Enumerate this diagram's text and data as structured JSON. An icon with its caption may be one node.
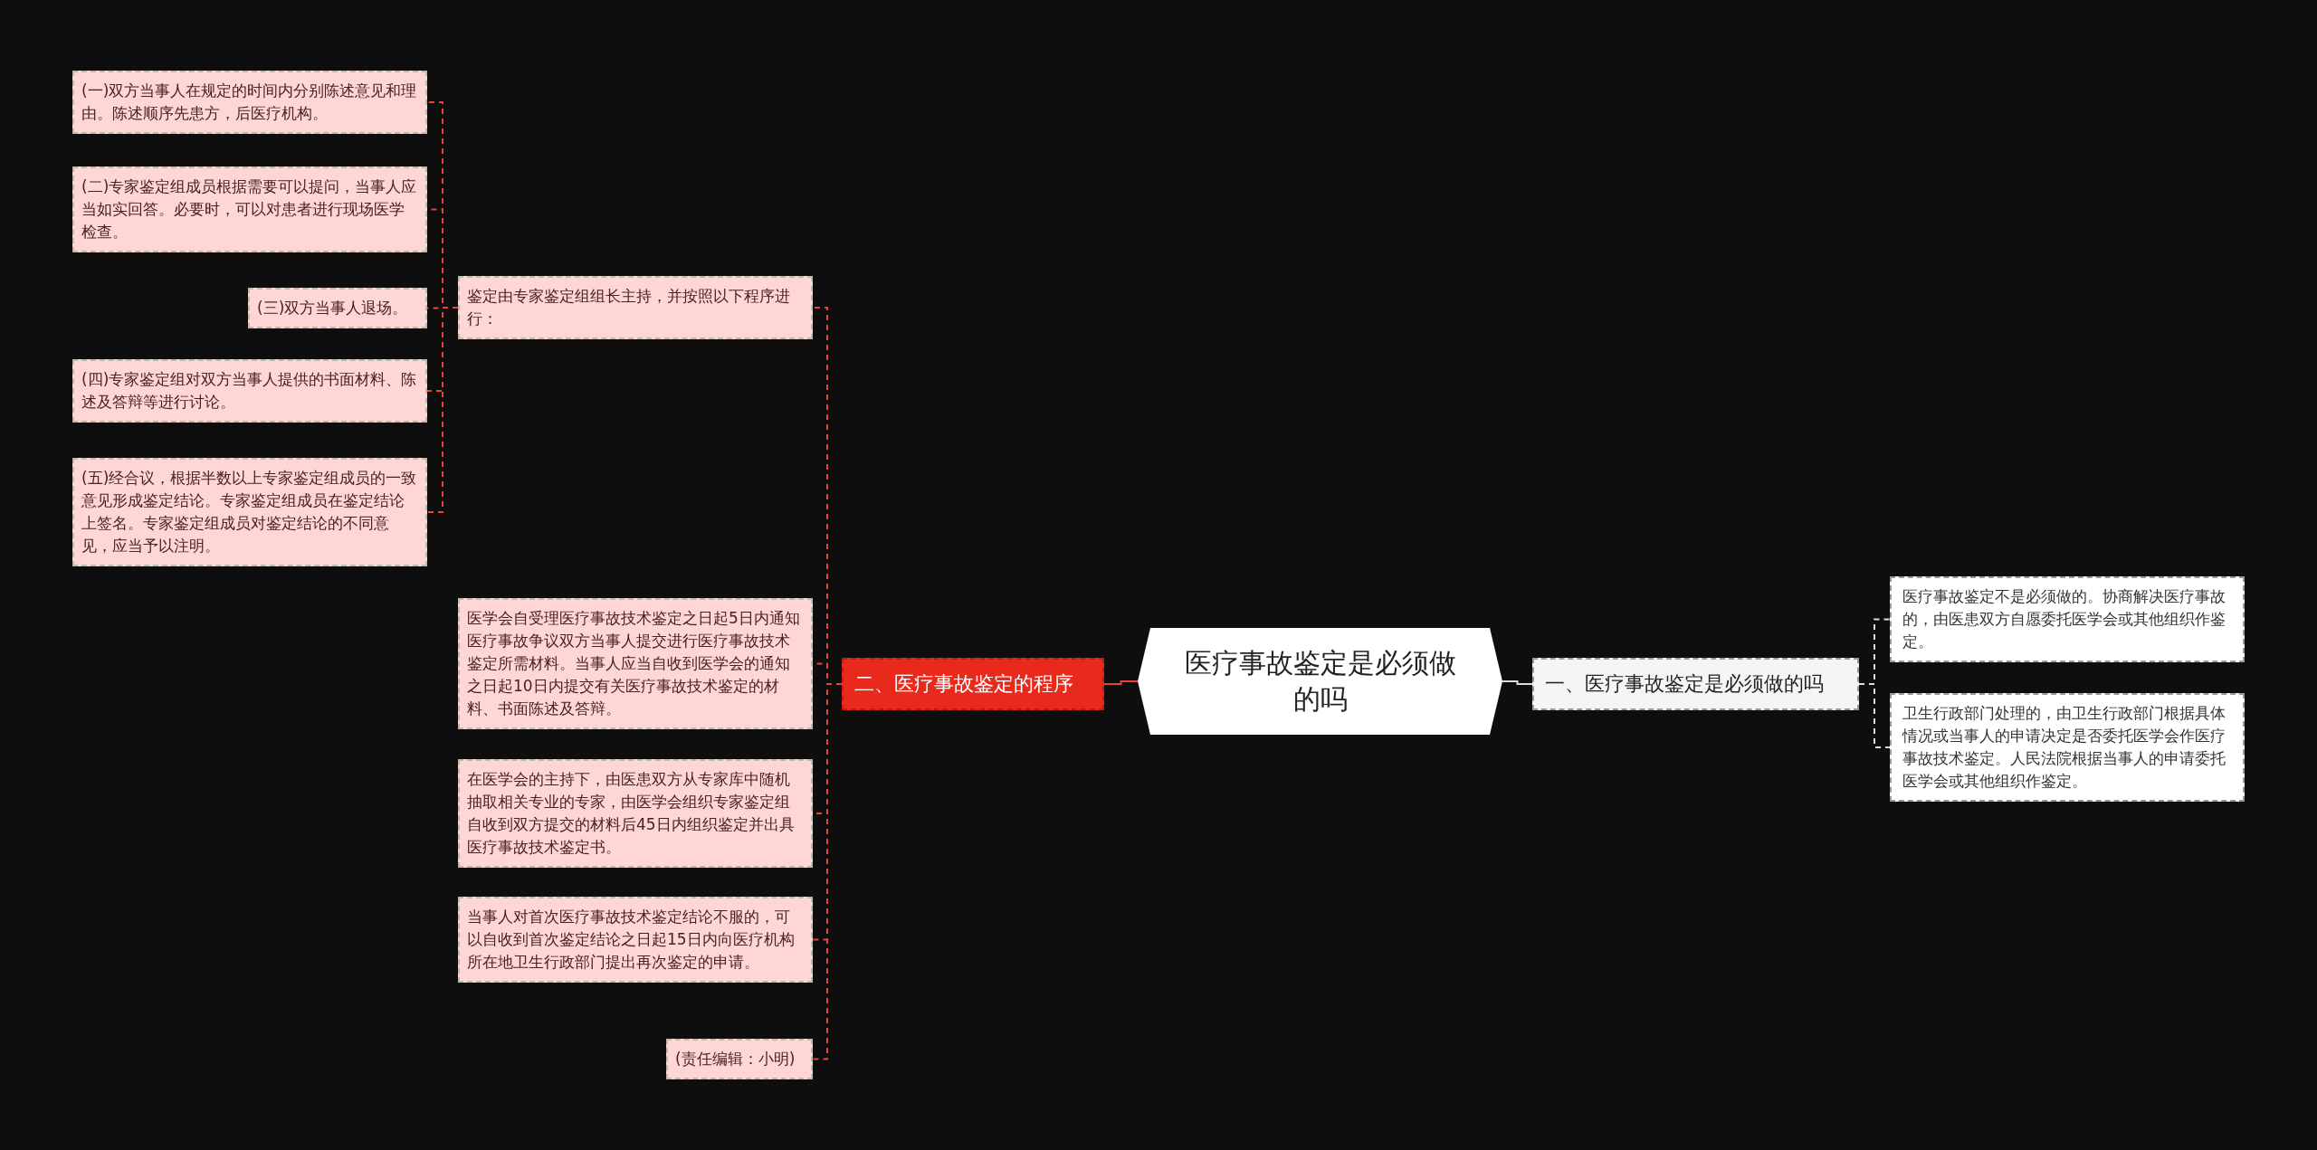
{
  "diagram": {
    "nodes": [
      {
        "text": [
          "医疗事故鉴定是必须做的吗"
        ]
      },
      {
        "text": [
          "一、医疗事故鉴定是必须做的吗"
        ]
      },
      {
        "text": [
          "医疗事故鉴定不是必须做的。协商解决医疗事故的，由医患双方自愿委托医学会或其他组织作鉴定。"
        ]
      },
      {
        "text": [
          "卫生行政部门处理的，由卫生行政部门根据具体情况或当事人的申请决定是否委托医学会作医疗事故技术鉴定。人民法院根据当事人的申请委托医学会或其他组织作鉴定。"
        ]
      },
      {
        "text": [
          "二、医疗事故鉴定的程序"
        ]
      },
      {
        "text": [
          "鉴定由专家鉴定组组长主持，并按照以下程序进行："
        ]
      },
      {
        "text": [
          "(一)双方当事人在规定的时间内分别陈述意见和理由。陈述顺序先患方，后医疗机构。"
        ]
      },
      {
        "text": [
          "(二)专家鉴定组成员根据需要可以提问，当事人应当如实回答。必要时，可以对患者进行现场医学检查。"
        ]
      },
      {
        "text": [
          "(三)双方当事人退场。"
        ]
      },
      {
        "text": [
          "(四)专家鉴定组对双方当事人提供的书面材料、陈述及答辩等进行讨论。"
        ]
      },
      {
        "text": [
          "(五)经合议，根据半数以上专家鉴定组成员的一致意见形成鉴定结论。专家鉴定组成员在鉴定结论上签名。专家鉴定组成员对鉴定结论的不同意见，应当予以注明。"
        ]
      },
      {
        "text": [
          "医学会自受理医疗事故技术鉴定之日起5日内通知医疗事故争议双方当事人提交进行医疗事故技术鉴定所需材料。当事人应当自收到医学会的通知之日起10日内提交有关医疗事故技术鉴定的材料、书面陈述及答辩。"
        ]
      },
      {
        "text": [
          "在医学会的主持下，由医患双方从专家库中随机抽取相关专业的专家，由医学会组织专家鉴定组自收到双方提交的材料后45日内组织鉴定并出具医疗事故技术鉴定书。"
        ]
      },
      {
        "text": [
          "当事人对首次医疗事故技术鉴定结论不服的，可以自收到首次鉴定结论之日起15日内向医疗机构所在地卫生行政部门提出再次鉴定的申请。"
        ]
      },
      {
        "text": [
          "(责任编辑：小明)"
        ]
      }
    ],
    "edges": [
      {
        "from": 0,
        "to": 1,
        "arrow": "none",
        "color": "#dddddd"
      },
      {
        "from": 1,
        "to": 2,
        "arrow": "none",
        "style": "dashed",
        "color": "#dddddd"
      },
      {
        "from": 1,
        "to": 3,
        "arrow": "none",
        "style": "dashed",
        "color": "#dddddd"
      },
      {
        "from": 0,
        "to": 4,
        "arrow": "none"
      },
      {
        "from": 4,
        "to": 5,
        "arrow": "none",
        "style": "dashed"
      },
      {
        "from": 5,
        "to": 6,
        "arrow": "none",
        "style": "dashed"
      },
      {
        "from": 5,
        "to": 7,
        "arrow": "none",
        "style": "dashed"
      },
      {
        "from": 5,
        "to": 8,
        "arrow": "none",
        "style": "dashed"
      },
      {
        "from": 5,
        "to": 9,
        "arrow": "none",
        "style": "dashed"
      },
      {
        "from": 5,
        "to": 10,
        "arrow": "none",
        "style": "dashed"
      },
      {
        "from": 4,
        "to": 11,
        "arrow": "none",
        "style": "dashed"
      },
      {
        "from": 4,
        "to": 12,
        "arrow": "none",
        "style": "dashed"
      },
      {
        "from": 4,
        "to": 13,
        "arrow": "none",
        "style": "dashed"
      },
      {
        "from": 4,
        "to": 14,
        "arrow": "none",
        "style": "dashed"
      }
    ]
  }
}
